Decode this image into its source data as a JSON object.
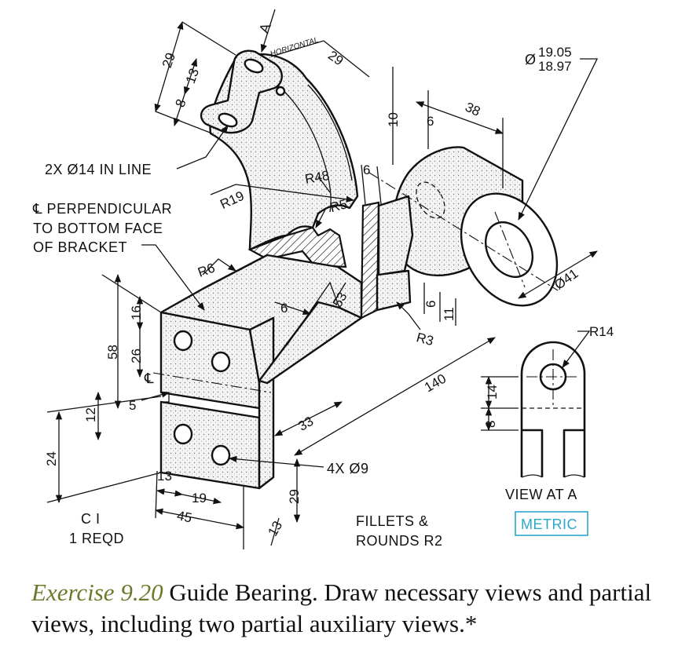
{
  "drawing": {
    "view_arrow_letter": "A",
    "horizontal_label": "HORIZONTAL",
    "dimensions": {
      "d29_top_left": "29",
      "d13_top": "13",
      "d8_top": "8",
      "d29_top": "29",
      "d10": "10",
      "d6_top": "6",
      "d38": "38",
      "dia_max": "19.05",
      "dia_min": "18.97",
      "d6_mid": "6",
      "r48": "R48",
      "r19": "R19",
      "r5": "R5",
      "r6": "R6",
      "d6_web": "6",
      "d53": "53",
      "dia41": "Ø41",
      "d6_lower": "6",
      "d11": "11",
      "r3": "R3",
      "r14": "R14",
      "d140": "140",
      "d58": "58",
      "d16": "16",
      "d26": "26",
      "d12": "12",
      "d5": "5",
      "d24": "24",
      "d33": "33",
      "d13_mid": "13",
      "d19": "19",
      "d45": "45",
      "d13_bottom": "13",
      "d29_bottom": "29",
      "d14_view": "14",
      "d8_view": "8"
    },
    "notes": {
      "holes_in_line": "2X Ø14 IN LINE",
      "perp_line1": "℄ PERPENDICULAR",
      "perp_line2": "TO BOTTOM FACE",
      "perp_line3": "OF BRACKET",
      "holes_4x": "4X Ø9",
      "center_symbol": "℄",
      "material_line1": "C I",
      "material_line2": "1 REQD",
      "fillets_line1": "FILLETS &",
      "fillets_line2": "ROUNDS R2",
      "view_at_a": "VIEW AT A",
      "metric": "METRIC"
    }
  },
  "caption": {
    "label": "Exercise 9.20",
    "text": " Guide Bearing. Draw necessary views and partial views, including two partial auxiliary views.*"
  },
  "colors": {
    "ink": "#111111",
    "caption_label": "#6b7a2a",
    "metric_box": "#2aa7c9"
  }
}
